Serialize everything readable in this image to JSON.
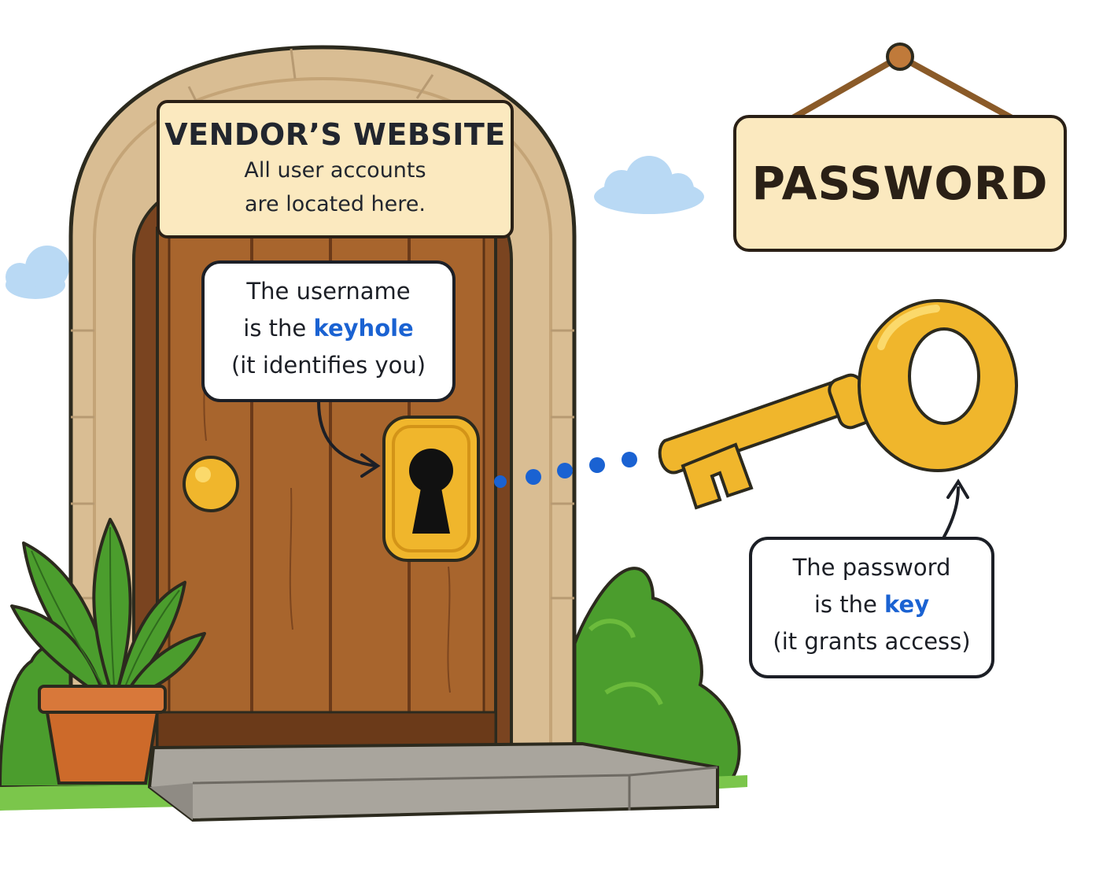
{
  "vendor_sign": {
    "title": "VENDOR’S WEBSITE",
    "line1": "All user accounts",
    "line2": "are located here."
  },
  "password_sign": {
    "label": "PASSWORD"
  },
  "username_callout": {
    "line1": "The username",
    "line2_prefix": "is the ",
    "line2_highlight": "keyhole",
    "line3": "(it identifies you)"
  },
  "password_callout": {
    "line1": "The password",
    "line2_prefix": "is the ",
    "line2_highlight": "key",
    "line3": "(it grants access)"
  },
  "colors": {
    "highlight_blue": "#1a62d2",
    "door_wood": "#9b5b27",
    "stone_arch": "#d9bd93",
    "gold": "#f0b62c",
    "sign_parchment": "#fbe9bf",
    "foliage": "#4b9d2d",
    "pot": "#cd6a2a",
    "sky_cloud": "#b9d9f4"
  },
  "icons": [
    "door-icon",
    "keyhole-icon",
    "key-icon",
    "doorknob-icon",
    "plant-icon",
    "bush-icon",
    "cloud-icon",
    "hanging-sign-icon"
  ]
}
